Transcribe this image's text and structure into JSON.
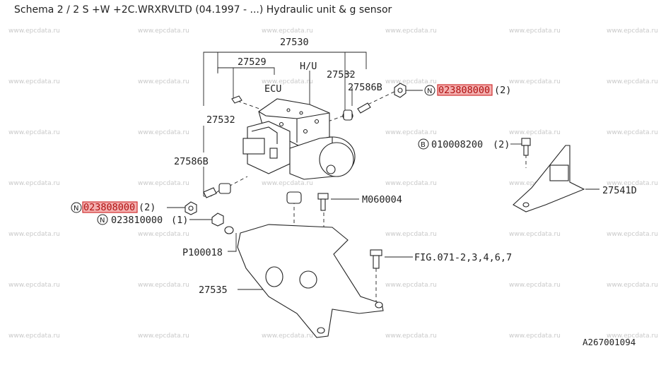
{
  "title": "Schema 2 / 2 S +W +2C.WRXRVLTD (04.1997 - ...) Hydraulic unit & g sensor",
  "watermark": "www.epcdata.ru",
  "labels": {
    "p27530": "27530",
    "p27529": "27529",
    "hu": "H/U",
    "ecu": "ECU",
    "p27532_top": "27532",
    "p27532_left": "27532",
    "p27586b_top": "27586B",
    "p27586b_left": "27586B",
    "p010008200": "010008200",
    "p010008200_qty": "(2)",
    "p27541d": "27541D",
    "m060004": "M060004",
    "p100018": "P100018",
    "fig071": "FIG.071-2,3,4,6,7",
    "p27535": "27535",
    "p023810000": "023810000",
    "p023810000_qty": "(1)",
    "ref": "A267001094"
  },
  "highlighted_parts": [
    {
      "id": "hl-right",
      "code": "023808000",
      "prefix": "N",
      "qty": "(2)"
    },
    {
      "id": "hl-left",
      "code": "023808000",
      "prefix": "N",
      "qty": "(2)"
    }
  ],
  "circle_markers": {
    "b": "B",
    "n": "N"
  },
  "colors": {
    "highlight_fill": "#f3b0b0",
    "highlight_stroke": "#d03030",
    "watermark": "#c9c9c9"
  }
}
